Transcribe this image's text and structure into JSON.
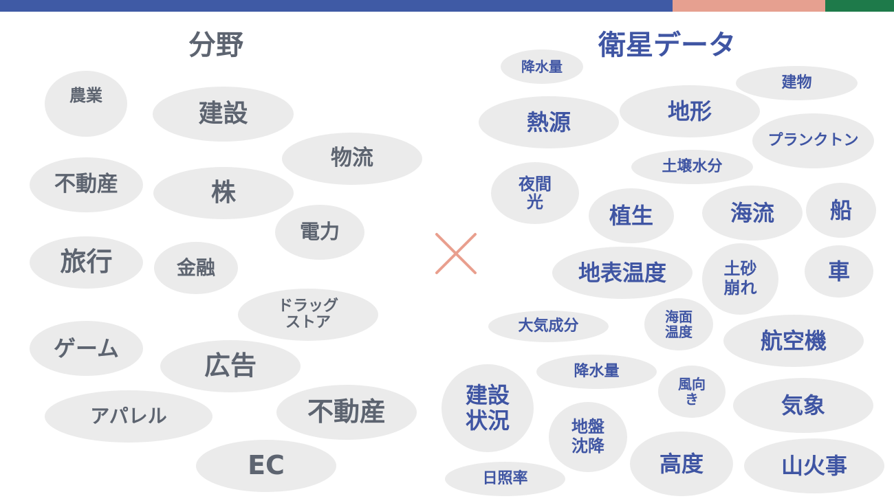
{
  "colors": {
    "bar_blue": "#3f5aa5",
    "bar_pink": "#e6a090",
    "bar_green": "#1e7a4a",
    "bubble_bg": "#ebebeb",
    "left_text": "#5d6470",
    "right_text": "#3f55a3",
    "cross": "#e99f8e"
  },
  "left": {
    "title": "分野",
    "items": [
      "農業",
      "建設",
      "物流",
      "不動産",
      "株",
      "電力",
      "旅行",
      "金融",
      "ドラッグストア",
      "ゲーム",
      "広告",
      "アパレル",
      "不動産",
      "EC"
    ]
  },
  "cross_icon": "multiply-icon",
  "right": {
    "title": "衛星データ",
    "items": [
      "降水量",
      "建物",
      "熱源",
      "地形",
      "プランクトン",
      "土壌水分",
      "夜間光",
      "植生",
      "海流",
      "船",
      "地表温度",
      "土砂崩れ",
      "車",
      "海面温度",
      "大気成分",
      "航空機",
      "降水量",
      "風向き",
      "気象",
      "建設状況",
      "地盤沈降",
      "高度",
      "山火事",
      "日照率"
    ]
  }
}
